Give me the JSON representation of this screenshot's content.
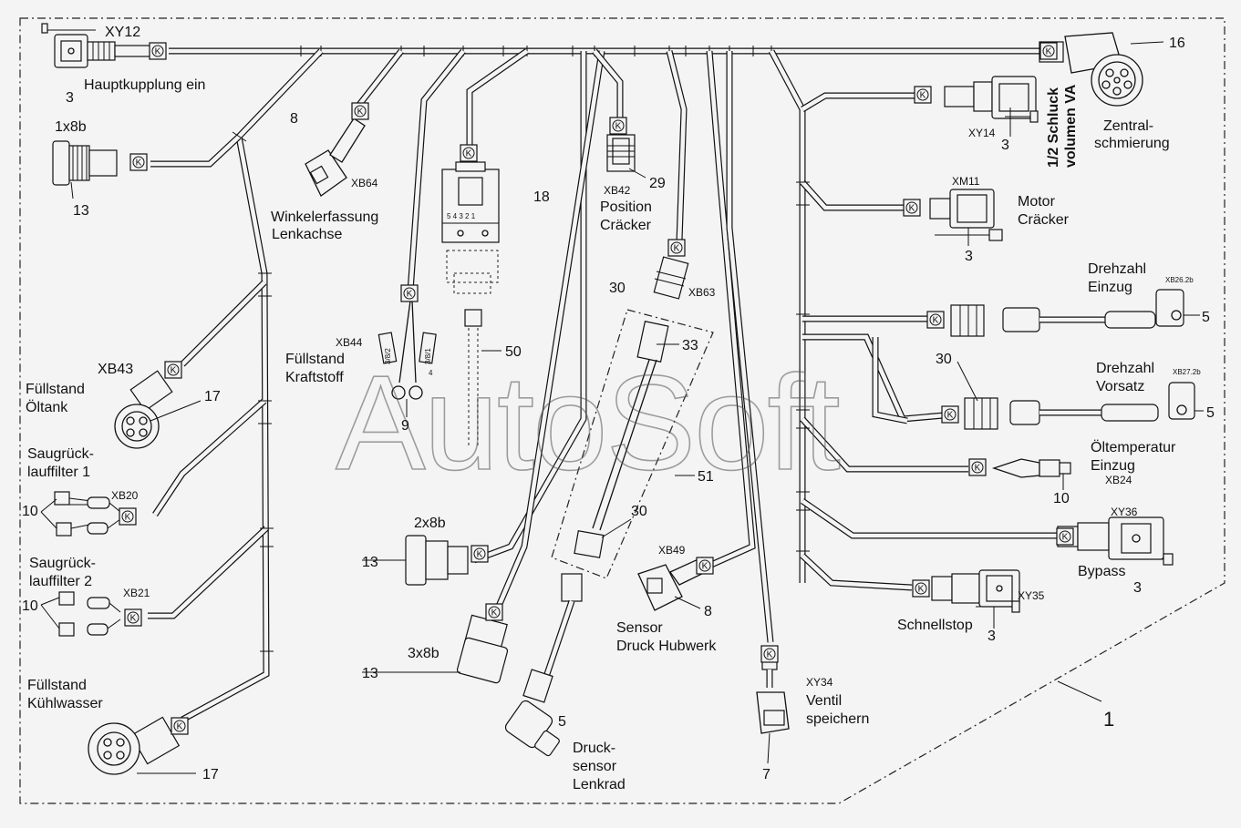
{
  "diagram": {
    "main_callout": "1",
    "k_badge": "K",
    "watermark": "AutoSoft",
    "labels": {
      "xy12": "XY12",
      "hauptkupplung": "Hauptkupplung ein",
      "n3a": "3",
      "n16": "16",
      "c1x8b": "1x8b",
      "n13a": "13",
      "n8a": "8",
      "xb64": "XB64",
      "winkel1": "Winkelerfassung",
      "winkel2": "Lenkachse",
      "n18": "18",
      "xb42": "XB42",
      "n29": "29",
      "position": "Position",
      "cracker1": "Cräcker",
      "xy14": "XY14",
      "n3b": "3",
      "schluck1": "1/2 Schluck",
      "schluck2": "volumen VA",
      "zentral1": "Zentral-",
      "zentral2": "schmierung",
      "xm11": "XM11",
      "motor": "Motor",
      "cracker2": "Cräcker",
      "n3c": "3",
      "drehzahl1": "Drehzahl",
      "einzug1": "Einzug",
      "xb262b": "XB26.2b",
      "n5a": "5",
      "n30a": "30",
      "xb63": "XB63",
      "n30b": "30",
      "drehzahl2": "Drehzahl",
      "vorsatz": "Vorsatz",
      "xb272b": "XB27.2b",
      "n5b": "5",
      "oeltemp1": "Öltemperatur",
      "oeltemp2": "Einzug",
      "xb24": "XB24",
      "n10c": "10",
      "xy36": "XY36",
      "bypass": "Bypass",
      "n3d": "3",
      "xy35": "XY35",
      "schnellstop": "Schnellstop",
      "n3e": "3",
      "xy34": "XY34",
      "ventil1": "Ventil",
      "ventil2": "speichern",
      "n7": "7",
      "xb49": "XB49",
      "n8b": "8",
      "sensor1": "Sensor",
      "sensor2": "Druck Hubwerk",
      "n33": "33",
      "n51": "51",
      "n30c": "30",
      "n5c": "5",
      "druck1": "Druck-",
      "druck2": "sensor",
      "druck3": "Lenkrad",
      "c2x8b": "2x8b",
      "n13b": "13",
      "c3x8b": "3x8b",
      "n13c": "13",
      "xb44": "XB44",
      "fuell1a": "Füllstand",
      "fuell1b": "Kraftstoff",
      "n9": "9",
      "n50": "50",
      "pins": "5 4 3 2 1",
      "xb43": "XB43",
      "fuell2a": "Füllstand",
      "fuell2b": "Öltank",
      "n17a": "17",
      "saug1a": "Saugrück-",
      "saug1b": "lauffilter 1",
      "xb20": "XB20",
      "n10a": "10",
      "saug2a": "Saugrück-",
      "saug2b": "lauffilter 2",
      "xb21": "XB21",
      "n10b": "10",
      "fuell3a": "Füllstand",
      "fuell3b": "Kühlwasser",
      "n17b": "17",
      "t1": "3/8/1",
      "t2": "3/8/2",
      "t4": "4"
    }
  }
}
